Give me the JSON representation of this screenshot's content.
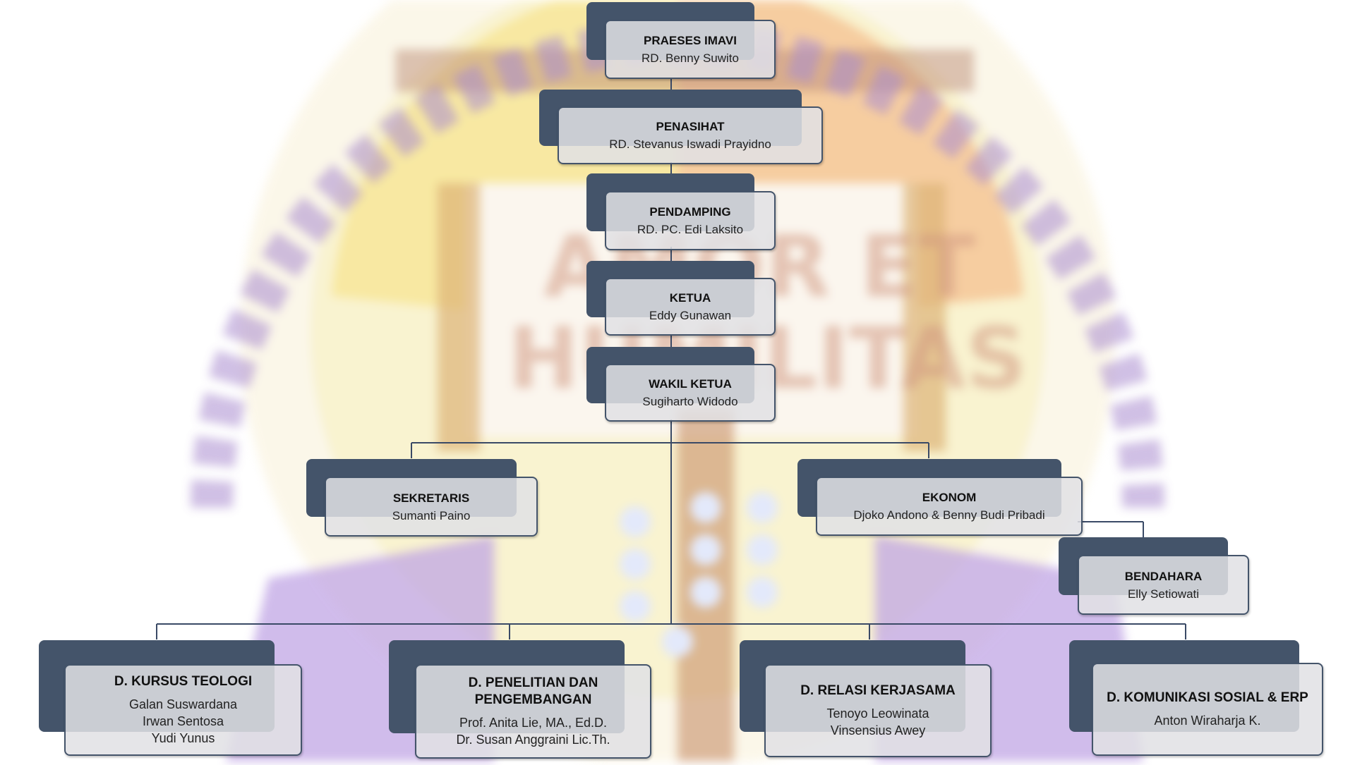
{
  "nodes": {
    "praeses": {
      "title": "PRAESES IMAVI",
      "names": [
        "RD. Benny Suwito"
      ]
    },
    "penasihat": {
      "title": "PENASIHAT",
      "names": [
        "RD. Stevanus Iswadi Prayidno"
      ]
    },
    "pendamping": {
      "title": "PENDAMPING",
      "names": [
        "RD. PC. Edi Laksito"
      ]
    },
    "ketua": {
      "title": "KETUA",
      "names": [
        "Eddy Gunawan"
      ]
    },
    "wakil": {
      "title": "WAKIL KETUA",
      "names": [
        "Sugiharto Widodo"
      ]
    },
    "sekretaris": {
      "title": "SEKRETARIS",
      "names": [
        "Sumanti Paino"
      ]
    },
    "ekonom": {
      "title": "EKONOM",
      "names": [
        "Djoko Andono & Benny Budi Pribadi"
      ]
    },
    "bendahara": {
      "title": "BENDAHARA",
      "names": [
        "Elly Setiowati"
      ]
    },
    "kursus": {
      "title": "D. KURSUS TEOLOGI",
      "names": [
        "Galan Suswardana",
        "Irwan Sentosa",
        "Yudi Yunus"
      ]
    },
    "penelitian": {
      "title_lines": [
        "D. PENELITIAN DAN",
        "PENGEMBANGAN"
      ],
      "names": [
        "Prof. Anita Lie, MA., Ed.D.",
        "Dr. Susan Anggraini Lic.Th."
      ]
    },
    "relasi": {
      "title": "D. RELASI KERJASAMA",
      "names": [
        "Tenoyo Leowinata",
        "Vinsensius Awey"
      ]
    },
    "komsos": {
      "title": "D. KOMUNIKASI SOSIAL & ERP",
      "names": [
        "Anton Wiraharja K."
      ]
    }
  },
  "colors": {
    "box_dark": "#44546a",
    "box_face": "#e1e1e4",
    "connector": "#3a4a66"
  }
}
